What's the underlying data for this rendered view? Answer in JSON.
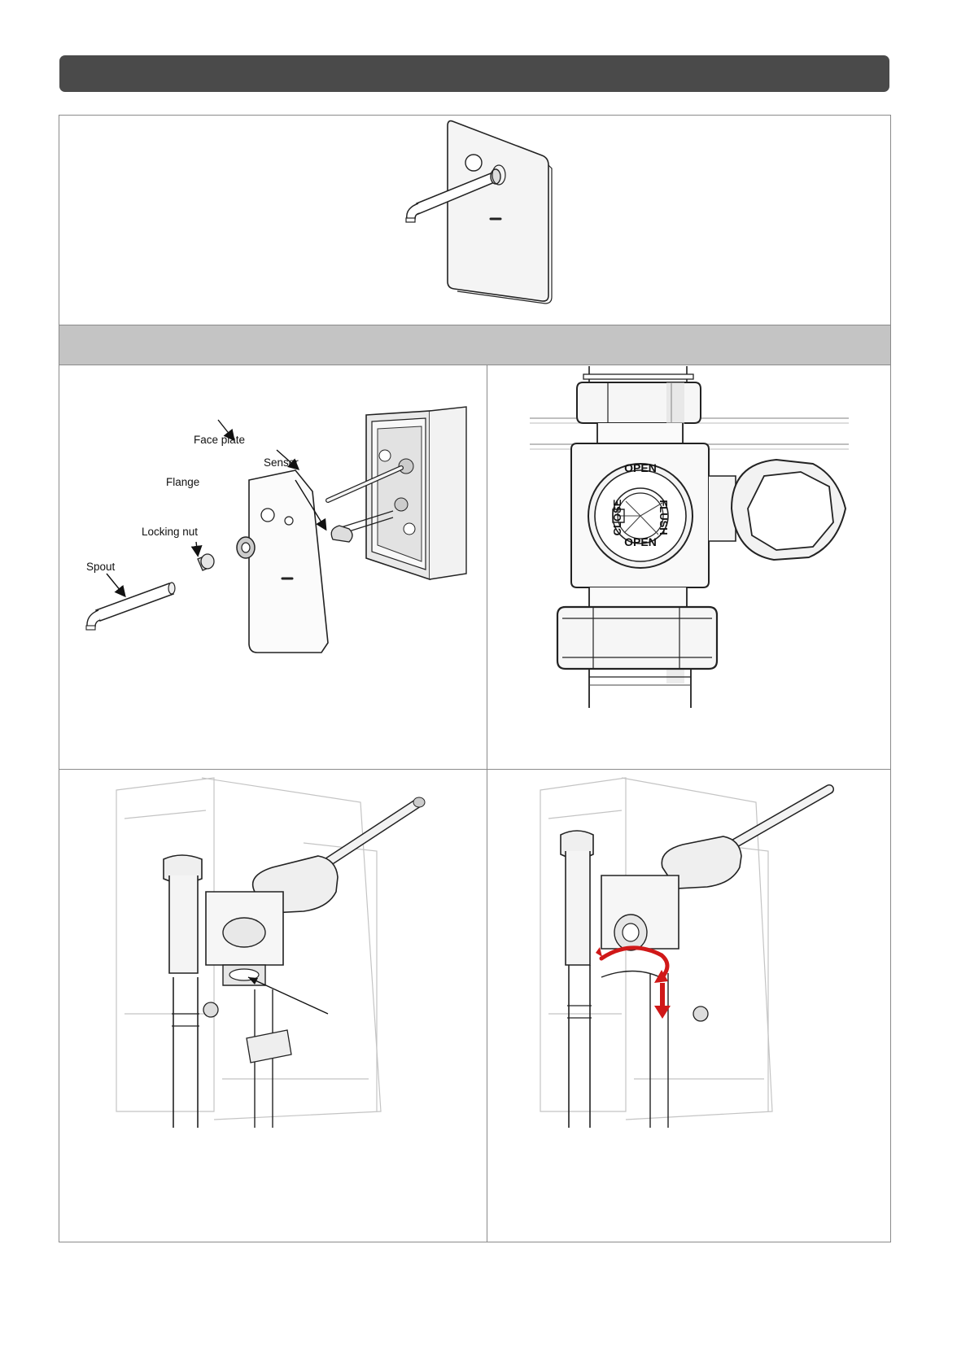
{
  "exploded_view": {
    "labels": {
      "face_plate": "Face plate",
      "sensor": "Sensor",
      "flange": "Flange",
      "locking_nut": "Locking nut",
      "spout": "Spout"
    }
  },
  "valve_view": {
    "markings": {
      "open_top": "OPEN",
      "open_bottom": "OPEN",
      "close": "CLOSE",
      "flush": "FLUSH"
    }
  },
  "colors": {
    "title_bar": "#4a4a4a",
    "section_band": "#c4c4c4",
    "arrow_accent": "#d01818"
  }
}
